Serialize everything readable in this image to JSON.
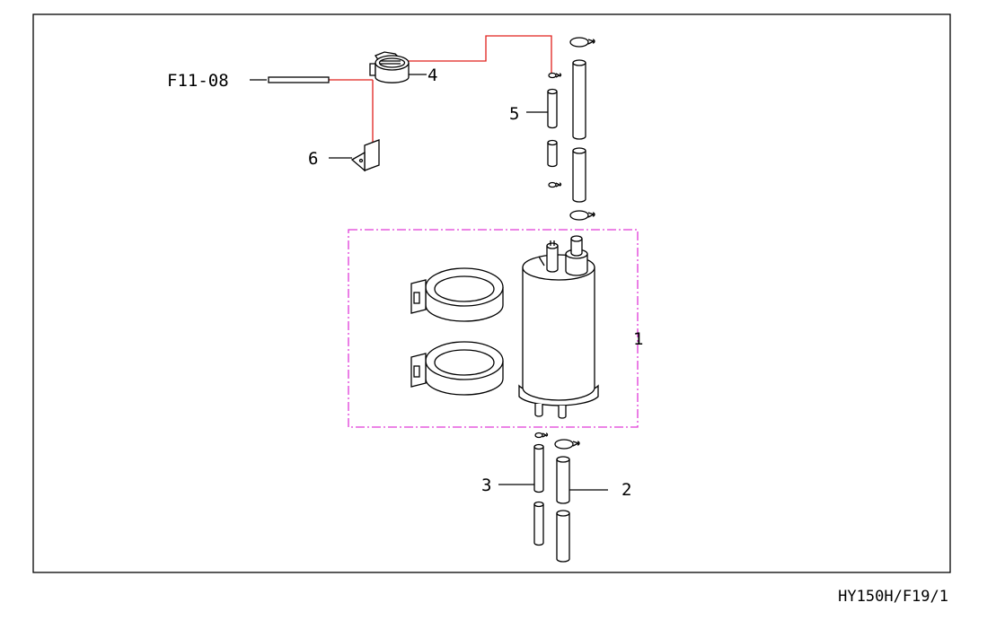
{
  "labels": {
    "ref_f11": "F11-08",
    "p1": "1",
    "p2": "2",
    "p3": "3",
    "p4": "4",
    "p5": "5",
    "p6": "6"
  },
  "footer": {
    "drawing_id": "HY150H/F19/1"
  },
  "colors": {
    "hose": "#e0211c",
    "group_box": "#e03ad8",
    "line": "#000000"
  }
}
